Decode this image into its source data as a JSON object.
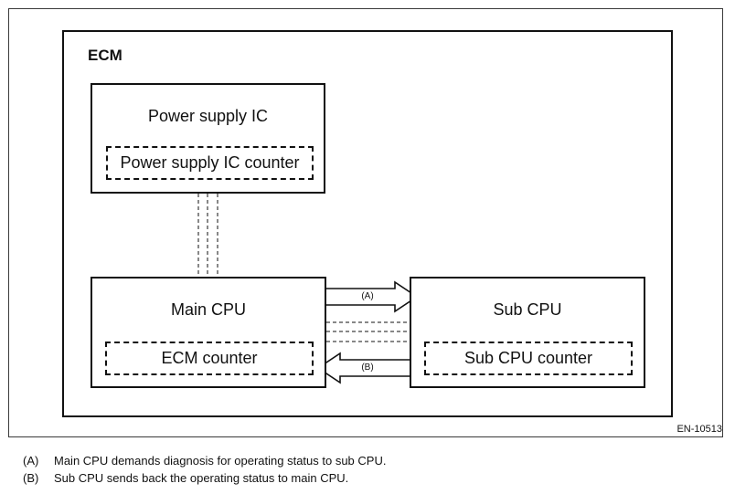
{
  "diagram": {
    "container_label": "ECM",
    "blocks": {
      "power_supply": {
        "title": "Power supply IC",
        "counter": "Power supply IC counter"
      },
      "main_cpu": {
        "title": "Main CPU",
        "counter": "ECM counter"
      },
      "sub_cpu": {
        "title": "Sub CPU",
        "counter": "Sub CPU counter"
      }
    },
    "arrows": {
      "a": "(A)",
      "b": "(B)"
    },
    "doc_id": "EN-10513"
  },
  "legend": [
    {
      "key": "(A)",
      "text": "Main CPU demands diagnosis for operating status to sub CPU."
    },
    {
      "key": "(B)",
      "text": "Sub CPU sends back the operating status to main CPU."
    }
  ]
}
